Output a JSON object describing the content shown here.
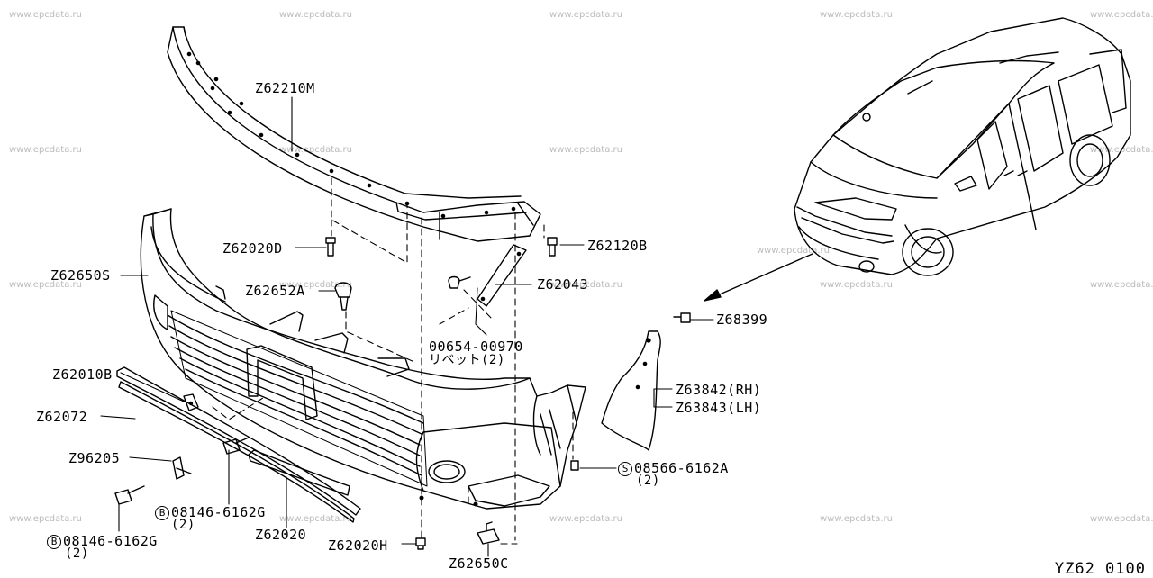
{
  "watermark": "www.epcdata.ru",
  "diagram_id": "YZ62  0100",
  "parts": {
    "p62210M": "Z62210M",
    "p62020D": "Z62020D",
    "p62120B": "Z62120B",
    "p62650S": "Z62650S",
    "p62652A": "Z62652A",
    "p62043": "Z62043",
    "p00654": "00654-00970",
    "p00654_note": "リベット(2)",
    "p62010B": "Z62010B",
    "p62072": "Z62072",
    "p96205": "Z96205",
    "p08146a": "08146-6162G",
    "p08146a_prefix": "B",
    "p08146a_qty": "(2)",
    "p08146b": "08146-6162G",
    "p08146b_prefix": "B",
    "p08146b_qty": "(2)",
    "p62020": "Z62020",
    "p62020H": "Z62020H",
    "p62650C": "Z62650C",
    "p68399": "Z68399",
    "p63842": "Z63842(RH)",
    "p63843": "Z63843(LH)",
    "p08566": "08566-6162A",
    "p08566_prefix": "S",
    "p08566_qty": "(2)"
  }
}
